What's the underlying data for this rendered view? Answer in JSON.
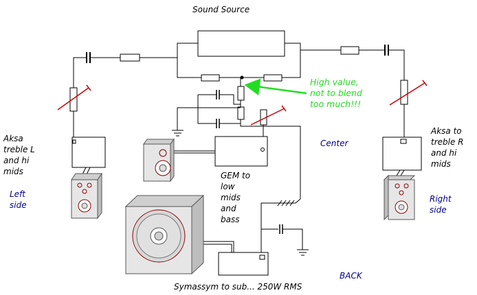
{
  "title": "Sound Source",
  "left_amp": {
    "lines": [
      "Aksa",
      "treble L",
      "and hi",
      "mids"
    ]
  },
  "left_side": {
    "lines": [
      "Left",
      "side"
    ]
  },
  "right_amp": {
    "lines": [
      "Aksa to",
      "treble R",
      "and hi",
      "mids"
    ]
  },
  "right_side": {
    "lines": [
      "Right",
      "side"
    ]
  },
  "center": {
    "label": "Center"
  },
  "mid_amp": {
    "lines": [
      "GEM to",
      "low",
      "mids",
      "and",
      "bass"
    ]
  },
  "note": {
    "lines": [
      "High value,",
      "not to blend",
      "too much!!!"
    ]
  },
  "sub_amp": {
    "label": "Symassym to sub... 250W RMS"
  },
  "back": {
    "label": "BACK"
  },
  "colors": {
    "wire": "#000000",
    "note": "#22dd22",
    "blue_label": "#00008b",
    "potentiometer": "#cc0000",
    "speaker_cone": "#8b0000"
  }
}
